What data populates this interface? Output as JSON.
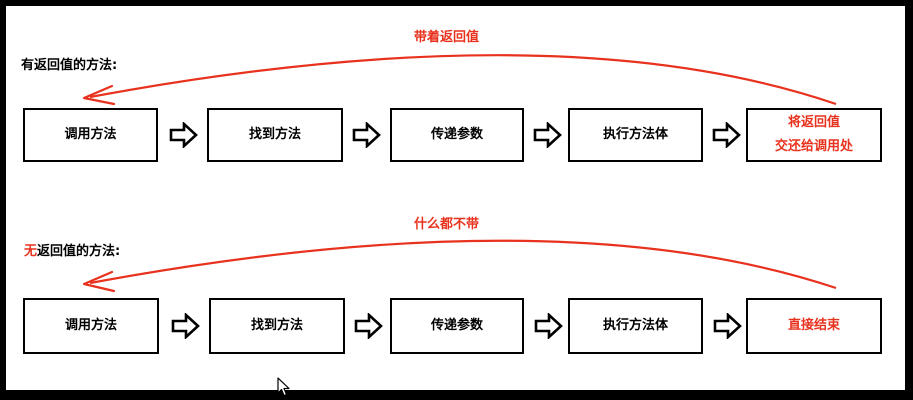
{
  "rows": [
    {
      "title": "有返回值的方法:",
      "title_highlight": "",
      "title_rest": "",
      "curve_label": "带着返回值",
      "steps": [
        "调用方法",
        "找到方法",
        "传递参数",
        "执行方法体"
      ],
      "final_step_lines": [
        "将返回值",
        "交还给调用处"
      ]
    },
    {
      "title": "",
      "title_highlight": "无",
      "title_rest": "返回值的方法:",
      "curve_label": "什么都不带",
      "steps": [
        "调用方法",
        "找到方法",
        "传递参数",
        "执行方法体"
      ],
      "final_step_lines": [
        "直接结束"
      ]
    }
  ],
  "colors": {
    "accent": "#e8321e",
    "border": "#000000",
    "frame": "#000000"
  },
  "icons": [
    "hollow-right-arrow-icon",
    "mouse-cursor-icon"
  ]
}
